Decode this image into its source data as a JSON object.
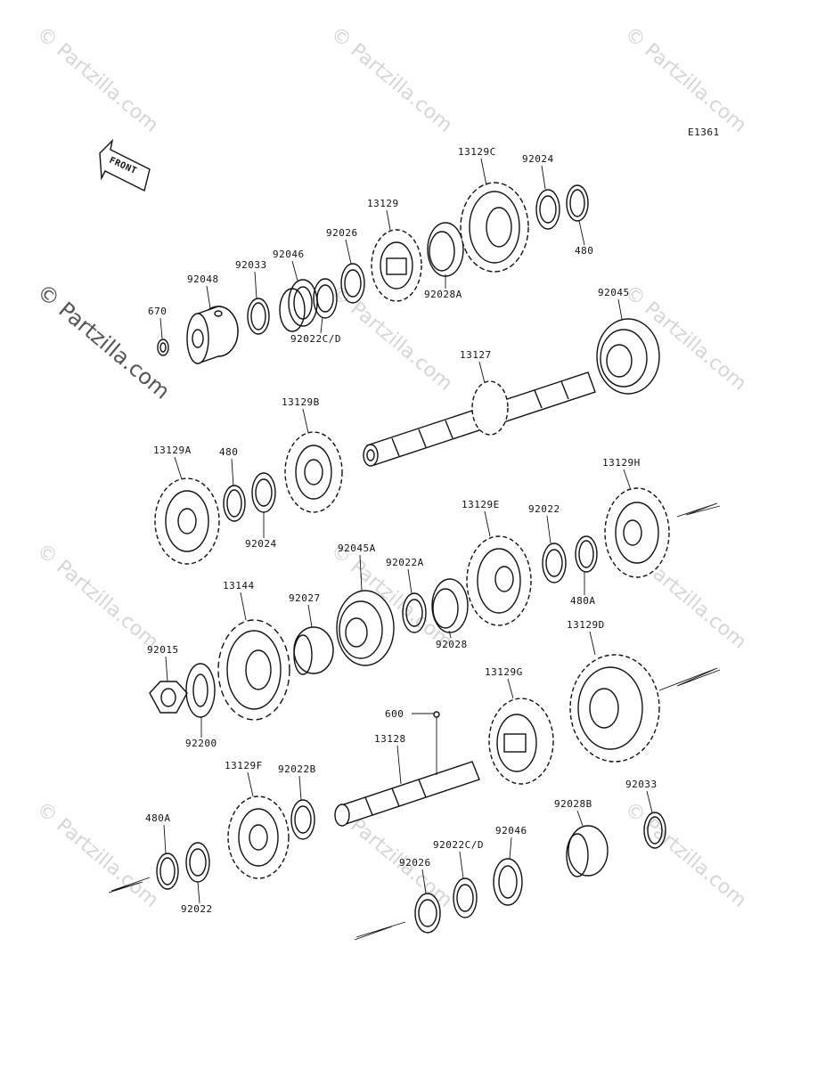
{
  "figure_code": "E1361",
  "front_label": "FRONT",
  "watermark": "© Partzilla.com",
  "part_labels": [
    {
      "id": "l1",
      "text": "13129C"
    },
    {
      "id": "l2",
      "text": "92024"
    },
    {
      "id": "l3",
      "text": "13129"
    },
    {
      "id": "l4",
      "text": "92026"
    },
    {
      "id": "l5",
      "text": "92046"
    },
    {
      "id": "l6",
      "text": "92033"
    },
    {
      "id": "l7",
      "text": "92048"
    },
    {
      "id": "l8",
      "text": "670"
    },
    {
      "id": "l9",
      "text": "92022C/D"
    },
    {
      "id": "l10",
      "text": "92028A"
    },
    {
      "id": "l11",
      "text": "480"
    },
    {
      "id": "l12",
      "text": "92045"
    },
    {
      "id": "l13",
      "text": "13127"
    },
    {
      "id": "l14",
      "text": "13129B"
    },
    {
      "id": "l15",
      "text": "13129A"
    },
    {
      "id": "l16",
      "text": "480"
    },
    {
      "id": "l17",
      "text": "92024"
    },
    {
      "id": "l18",
      "text": "13129H"
    },
    {
      "id": "l19",
      "text": "13129E"
    },
    {
      "id": "l20",
      "text": "92022"
    },
    {
      "id": "l21",
      "text": "480A"
    },
    {
      "id": "l22",
      "text": "92045A"
    },
    {
      "id": "l23",
      "text": "92022A"
    },
    {
      "id": "l24",
      "text": "92028"
    },
    {
      "id": "l25",
      "text": "13144"
    },
    {
      "id": "l26",
      "text": "92027"
    },
    {
      "id": "l27",
      "text": "92015"
    },
    {
      "id": "l28",
      "text": "92200"
    },
    {
      "id": "l29",
      "text": "13129D"
    },
    {
      "id": "l30",
      "text": "13129G"
    },
    {
      "id": "l31",
      "text": "600"
    },
    {
      "id": "l32",
      "text": "13128"
    },
    {
      "id": "l33",
      "text": "13129F"
    },
    {
      "id": "l34",
      "text": "92022B"
    },
    {
      "id": "l35",
      "text": "92033"
    },
    {
      "id": "l36",
      "text": "92028B"
    },
    {
      "id": "l37",
      "text": "92046"
    },
    {
      "id": "l38",
      "text": "92022C/D"
    },
    {
      "id": "l39",
      "text": "92026"
    },
    {
      "id": "l40",
      "text": "480A"
    },
    {
      "id": "l41",
      "text": "92022"
    }
  ]
}
